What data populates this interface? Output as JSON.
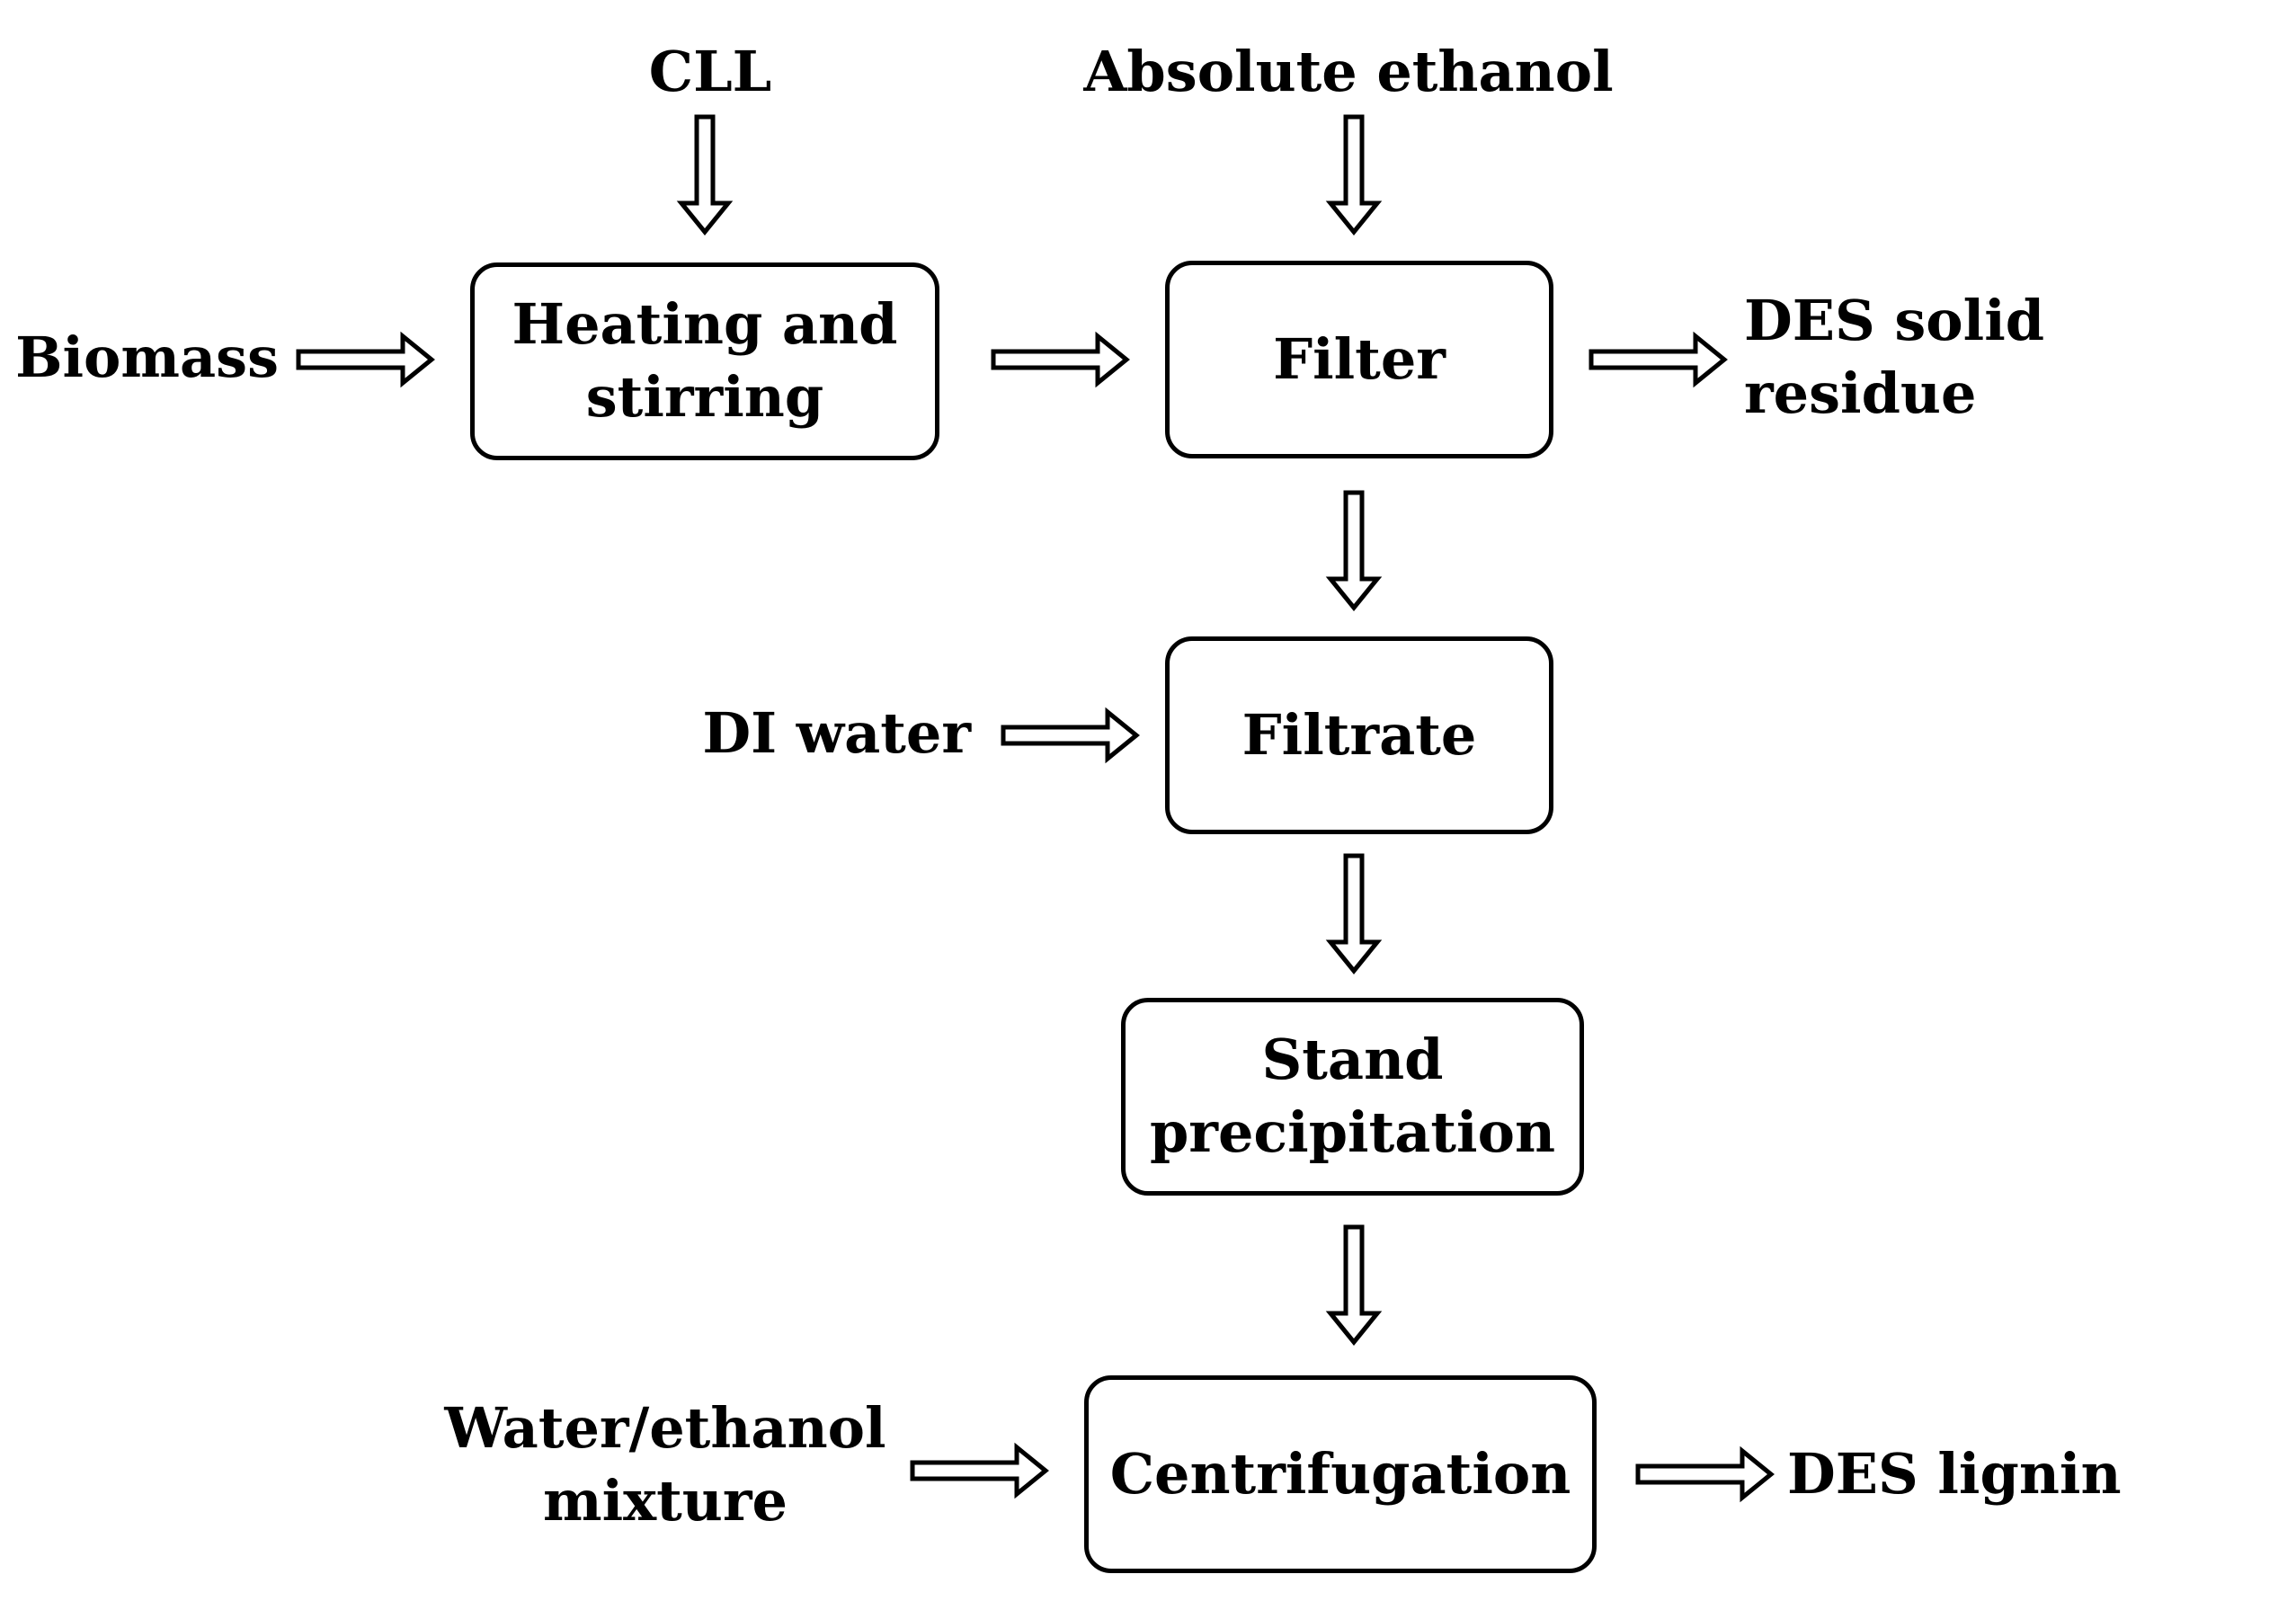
{
  "diagram": {
    "title": "",
    "steps": {
      "heating": "Heating and\nstirring",
      "filter": "Filter",
      "filtrate": "Filtrate",
      "stand": "Stand\nprecipitation",
      "centrifugation": "Centrifugation"
    },
    "inputs": {
      "cll": "CLL",
      "ethanol": "Absolute ethanol",
      "biomass": "Biomass",
      "di_water": "DI water",
      "water_ethanol": "Water/ethanol\nmixture"
    },
    "outputs": {
      "solid_residue": "DES solid residue",
      "lignin": "DES lignin"
    },
    "flows": [
      {
        "from": "cll",
        "to": "heating",
        "direction": "down"
      },
      {
        "from": "ethanol",
        "to": "filter",
        "direction": "down"
      },
      {
        "from": "biomass",
        "to": "heating",
        "direction": "right"
      },
      {
        "from": "heating",
        "to": "filter",
        "direction": "right"
      },
      {
        "from": "filter",
        "to": "solid_residue",
        "direction": "right"
      },
      {
        "from": "filter",
        "to": "filtrate",
        "direction": "down"
      },
      {
        "from": "di_water",
        "to": "filtrate",
        "direction": "right"
      },
      {
        "from": "filtrate",
        "to": "stand",
        "direction": "down"
      },
      {
        "from": "stand",
        "to": "centrifugation",
        "direction": "down"
      },
      {
        "from": "water_ethanol",
        "to": "centrifugation",
        "direction": "right"
      },
      {
        "from": "centrifugation",
        "to": "lignin",
        "direction": "right"
      }
    ],
    "colors": {
      "line": "#000000",
      "background": "#ffffff"
    }
  }
}
